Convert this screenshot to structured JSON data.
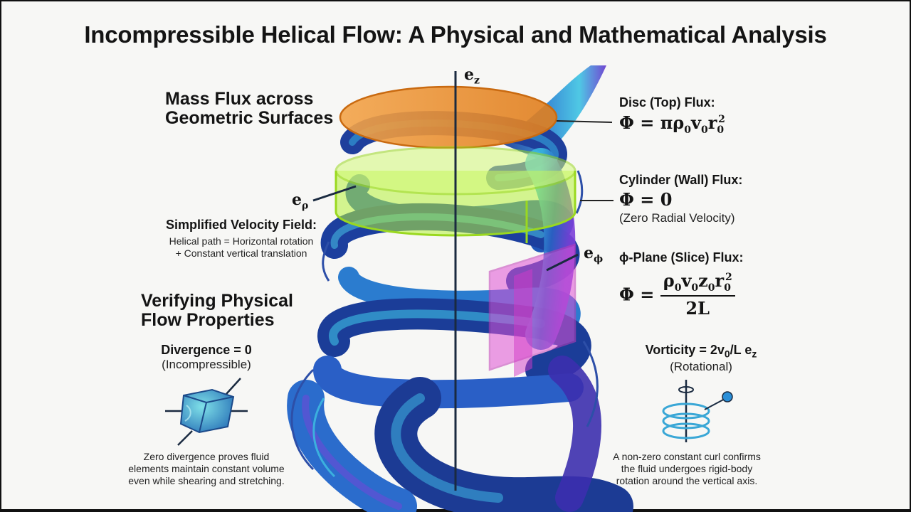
{
  "title": "Incompressible Helical Flow: A Physical and Mathematical Analysis",
  "axes": {
    "ez": "e",
    "ez_sub": "z",
    "erho": "e",
    "erho_sub": "ρ",
    "ephi": "e",
    "ephi_sub": "ϕ"
  },
  "mass_flux": {
    "heading_line1": "Mass Flux across",
    "heading_line2": "Geometric Surfaces"
  },
  "velocity_field": {
    "heading": "Simplified Velocity Field:",
    "line1": "Helical path = Horizontal rotation",
    "line2": "+ Constant vertical translation"
  },
  "verify": {
    "heading_line1": "Verifying Physical",
    "heading_line2": "Flow Properties"
  },
  "divergence": {
    "heading": "Divergence = 0",
    "sub": "(Incompressible)",
    "desc1": "Zero divergence proves fluid",
    "desc2": "elements maintain constant volume",
    "desc3": "even while shearing and stretching."
  },
  "disc_flux": {
    "heading": "Disc (Top) Flux:",
    "eq_lhs": "Φ = πρ",
    "s1": "0",
    "v": "v",
    "s2": "0",
    "r": "r",
    "s3": "0",
    "p": "2"
  },
  "cylinder_flux": {
    "heading": "Cylinder (Wall) Flux:",
    "eq": "Φ = 0",
    "note": "(Zero Radial Velocity)"
  },
  "phi_flux": {
    "heading": "ϕ-Plane (Slice) Flux:",
    "lhs": "Φ =",
    "num_rho": "ρ",
    "n1": "0",
    "num_v": "v",
    "n2": "0",
    "num_z": "z",
    "n3": "0",
    "num_r": "r",
    "n4": "0",
    "np": "2",
    "den": "2L"
  },
  "vorticity": {
    "heading_pre": "Vorticity = 2v",
    "heading_sub": "0",
    "heading_post": "/L e",
    "heading_sub2": "z",
    "sub": "(Rotational)",
    "desc1": "A non-zero constant curl confirms",
    "desc2": "the fluid undergoes rigid-body",
    "desc3": "rotation around the vertical axis."
  },
  "colors": {
    "ribbon_dark": "#1f3f9c",
    "ribbon_mid": "#2f7fd0",
    "ribbon_light": "#3fc9e6",
    "ribbon_violet": "#7a3fd6",
    "disc": "#f0962e",
    "cylinder": "#b7f23a",
    "slice": "#e052d6"
  }
}
